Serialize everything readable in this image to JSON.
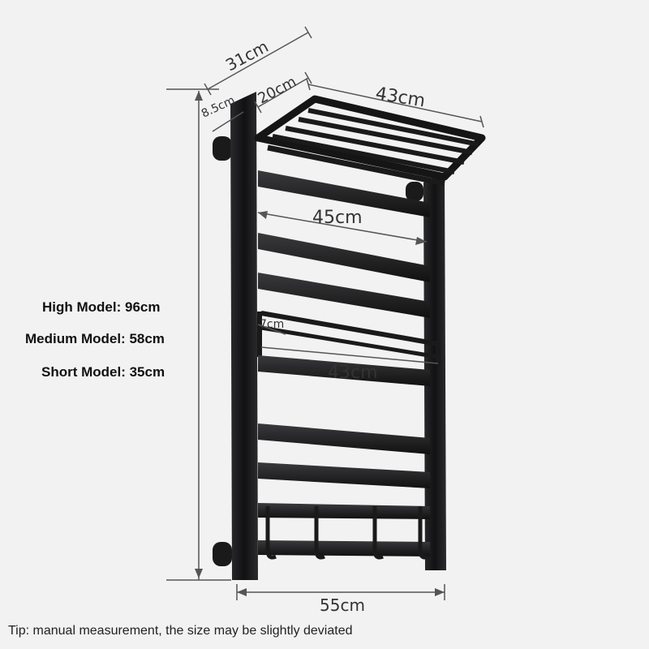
{
  "dimensions": {
    "depth_total": "31cm",
    "shelf_depth": "20cm",
    "wall_gap": "8.5cm",
    "shelf_width": "43cm",
    "middle_width": "45cm",
    "towel_bar_depth": "7cm",
    "towel_bar_width": "43cm",
    "overall_width": "55cm"
  },
  "models": [
    {
      "label": "High Model: 96cm"
    },
    {
      "label": "Medium Model: 58cm"
    },
    {
      "label": "Short Model: 35cm"
    }
  ],
  "tip": "Tip: manual measurement, the size may be slightly deviated",
  "colors": {
    "background": "#f2f2f2",
    "rack": "#1c1c1e",
    "dimension_line": "#555555"
  }
}
